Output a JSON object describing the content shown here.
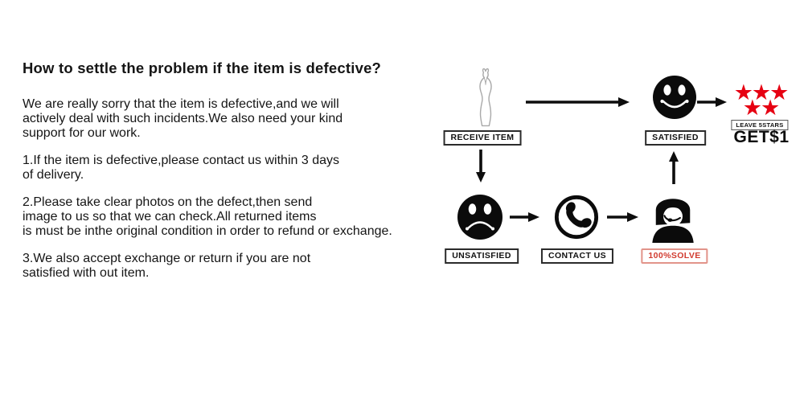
{
  "left_text": {
    "heading": "How to settle the problem if the item is defective?",
    "paragraphs": [
      {
        "lines": [
          "We are really sorry that the item is defective,and we will",
          "actively deal with such incidents.We also need your kind",
          "support for our work."
        ]
      },
      {
        "lines": [
          "1.If the item is defective,please contact us within 3 days",
          "of delivery."
        ]
      },
      {
        "lines": [
          "2.Please take clear photos on the defect,then send",
          "image to us so that we can check.All returned items",
          "is must be inthe original condition in order to refund or exchange."
        ]
      },
      {
        "lines": [
          "3.We also accept exchange or return if you are not",
          "satisfied with out item."
        ]
      }
    ]
  },
  "flowchart": {
    "receive_item_label": "RECEIVE ITEM",
    "satisfied_label": "SATISFIED",
    "unsatisfied_label": "UNSATISFIED",
    "contact_us_label": "CONTACT US",
    "solve_label": "100%SOLVE",
    "leave_stars_label": "LEAVE 5STARS",
    "reward_text": "GET$1",
    "stars_top": "★★★",
    "stars_bottom": "★★",
    "colors": {
      "star_red": "#e60012",
      "solve_red": "#d13a2e",
      "icon_black": "#0b0b0b",
      "dress_outline": "#a9a9a9"
    }
  }
}
